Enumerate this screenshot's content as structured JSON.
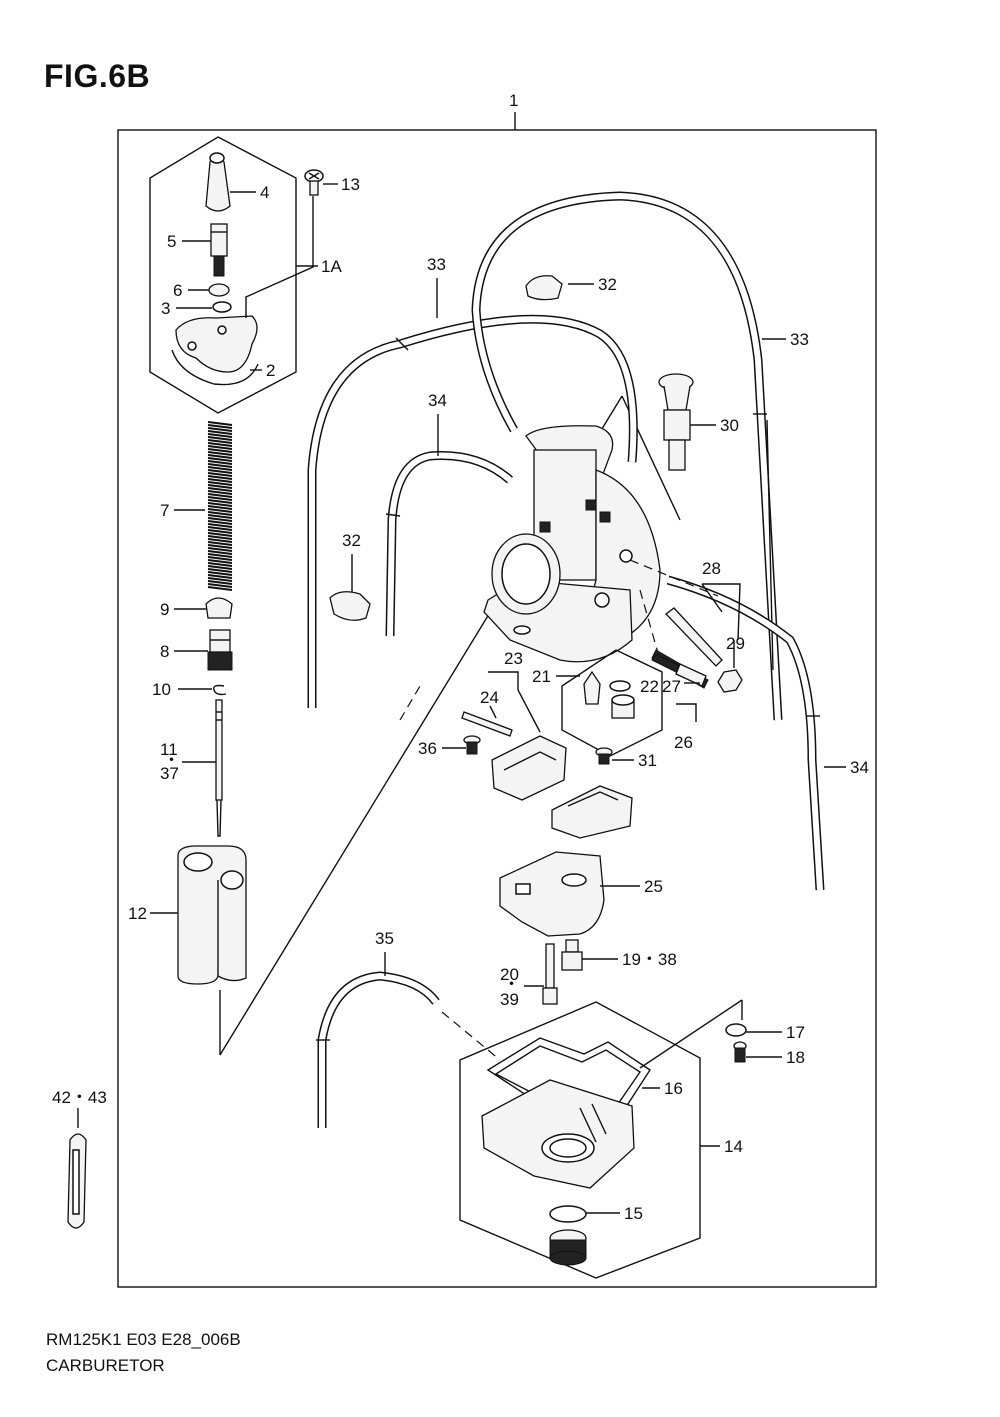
{
  "figure": {
    "title": "FIG.6B"
  },
  "footer": {
    "code": "RM125K1 E03 E28_006B",
    "name": "CARBURETOR"
  },
  "callouts": {
    "c1": "1",
    "c1a": "1A",
    "c2": "2",
    "c3": "3",
    "c4": "4",
    "c5": "5",
    "c6": "6",
    "c7": "7",
    "c8": "8",
    "c9": "9",
    "c10": "10",
    "c11": "11",
    "c37": "37",
    "c12": "12",
    "c13": "13",
    "c14": "14",
    "c15": "15",
    "c16": "16",
    "c17": "17",
    "c18": "18",
    "c19_38": "19・38",
    "c20": "20",
    "c39": "39",
    "c21": "21",
    "c22": "22",
    "c23": "23",
    "c24": "24",
    "c25": "25",
    "c26": "26",
    "c27": "27",
    "c28": "28",
    "c29": "29",
    "c30": "30",
    "c31": "31",
    "c32a": "32",
    "c32b": "32",
    "c33a": "33",
    "c33b": "33",
    "c34a": "34",
    "c34b": "34",
    "c35": "35",
    "c36": "36",
    "c42_43": "42・43",
    "dot11": "・",
    "dot20": "・"
  }
}
